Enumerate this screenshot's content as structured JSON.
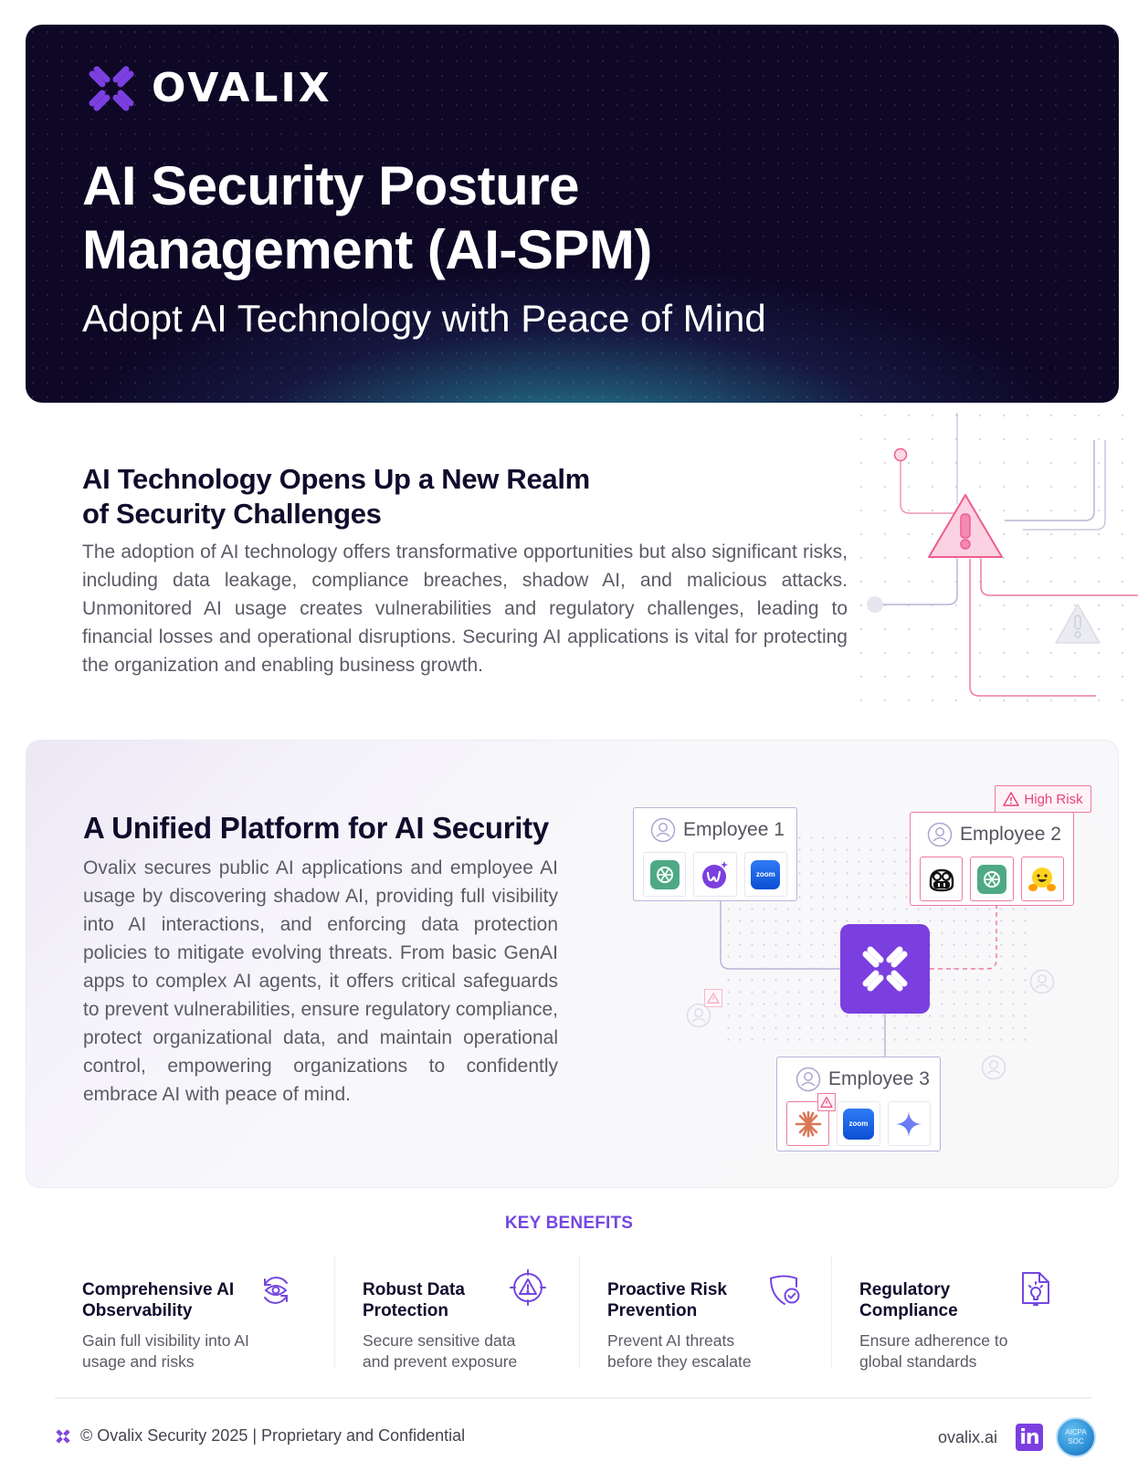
{
  "hero": {
    "brand": "OVALIX",
    "title_line1": "AI Security Posture",
    "title_line2": "Management (AI-SPM)",
    "subtitle": "Adopt AI Technology with Peace of Mind",
    "logo_icon": "ovalix-x-logo-icon",
    "colors": {
      "background": "#0e0826",
      "accent": "#7b3fe0",
      "glow": "#2896a0"
    }
  },
  "section1": {
    "title_line1": "AI Technology Opens Up a New Realm",
    "title_line2": "of Security Challenges",
    "body": "The adoption of AI technology offers transformative opportunities but also significant risks, including data leakage, compliance breaches, shadow AI, and malicious attacks. Unmonitored AI usage creates vulnerabilities and regulatory challenges, leading to financial losses and operational disruptions. Securing AI applications is vital for protecting the organization and enabling business growth.",
    "illustration_icons": [
      "warning-triangle-icon",
      "warning-triangle-muted-icon"
    ]
  },
  "section2": {
    "title": "A Unified Platform for AI Security",
    "body": "Ovalix secures public AI applications and employee AI usage by discovering shadow AI, providing full visibility into AI interactions, and enforcing data protection policies to mitigate evolving threats. From basic GenAI apps to complex AI agents, it offers critical safeguards to prevent vulnerabilities, ensure regulatory compliance, protect organizational data, and maintain operational control, empowering organizations to confidently embrace AI with peace of mind.",
    "diagram": {
      "employees": [
        {
          "name": "Employee 1",
          "risk": false,
          "apps": [
            "chatgpt-icon",
            "writer-icon",
            "zoom-icon"
          ]
        },
        {
          "name": "Employee 2",
          "risk": true,
          "badge": "High Risk",
          "apps": [
            "copilot-icon",
            "chatgpt-icon",
            "huggingface-icon"
          ]
        },
        {
          "name": "Employee 3",
          "risk": false,
          "apps": [
            "claude-icon",
            "zoom-icon",
            "gemini-icon"
          ],
          "flagged_app": "claude-icon"
        }
      ],
      "hub_icon": "ovalix-x-logo-icon",
      "zoom_label": "zoom",
      "colors": {
        "safe_border": "#b7b5d8",
        "risk_border": "#ee7aa3",
        "risk_text": "#e8447e",
        "hub": "#7b3fe0"
      }
    }
  },
  "benefits": {
    "label": "KEY BENEFITS",
    "items": [
      {
        "title": "Comprehensive AI Observability",
        "desc": "Gain full visibility into AI usage and risks",
        "icon": "eye-refresh-icon"
      },
      {
        "title": "Robust Data Protection",
        "desc": "Secure sensitive data and prevent exposure",
        "icon": "target-warning-icon"
      },
      {
        "title": "Proactive Risk Prevention",
        "desc": "Prevent AI threats before they escalate",
        "icon": "shield-check-icon"
      },
      {
        "title": "Regulatory Compliance",
        "desc": "Ensure adherence to global standards",
        "icon": "document-lightbulb-icon"
      }
    ]
  },
  "footer": {
    "copyright": "© Ovalix Security 2025 | Proprietary and Confidential",
    "website": "ovalix.ai",
    "linkedin_label": "in",
    "soc_badge_line1": "AICPA",
    "soc_badge_line2": "SOC"
  }
}
